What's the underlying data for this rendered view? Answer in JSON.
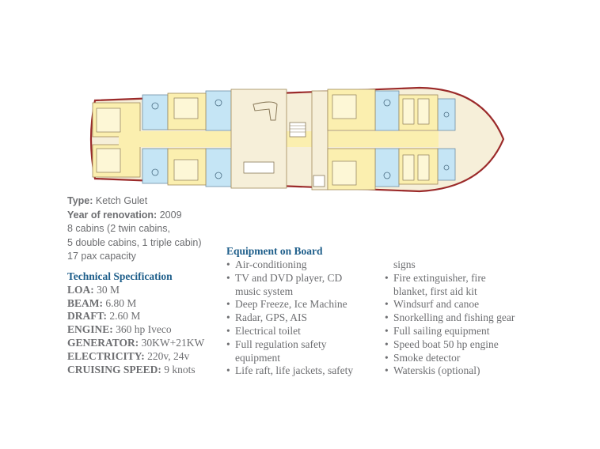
{
  "info": {
    "type_label": "Type:",
    "type_value": "Ketch Gulet",
    "renovation_label": "Year of renovation:",
    "renovation_value": "2009",
    "cabins_line1": "8 cabins (2 twin cabins,",
    "cabins_line2": "5 double cabins, 1 triple cabin)",
    "capacity": "17 pax capacity"
  },
  "tech": {
    "heading": "Technical Specification",
    "rows": [
      {
        "label": "LOA:",
        "value": "30 M"
      },
      {
        "label": "BEAM:",
        "value": "6.80 M"
      },
      {
        "label": "DRAFT:",
        "value": "2.60 M"
      },
      {
        "label": "ENGINE:",
        "value": "360 hp Iveco"
      },
      {
        "label": "GENERATOR:",
        "value": "30KW+21KW"
      },
      {
        "label": "ELECTRICITY:",
        "value": "220v, 24v"
      },
      {
        "label": "CRUISING SPEED:",
        "value": "9 knots"
      }
    ]
  },
  "equipment": {
    "heading": "Equipment on Board",
    "col1": [
      {
        "text": "Air-conditioning",
        "bullet": true
      },
      {
        "text": "TV and DVD player, CD",
        "bullet": true
      },
      {
        "text": "music system",
        "bullet": false
      },
      {
        "text": "Deep Freeze, Ice Machine",
        "bullet": true
      },
      {
        "text": "Radar, GPS, AIS",
        "bullet": true
      },
      {
        "text": "Electrical toilet",
        "bullet": true
      },
      {
        "text": "Full regulation safety",
        "bullet": true
      },
      {
        "text": "equipment",
        "bullet": false
      },
      {
        "text": "Life raft, life jackets, safety",
        "bullet": true
      }
    ],
    "col2": [
      {
        "text": "signs",
        "bullet": false
      },
      {
        "text": "Fire extinguisher, fire",
        "bullet": true
      },
      {
        "text": "blanket, first aid kit",
        "bullet": false
      },
      {
        "text": "Windsurf and canoe",
        "bullet": true
      },
      {
        "text": "Snorkelling and fishing gear",
        "bullet": true
      },
      {
        "text": "Full sailing equipment",
        "bullet": true
      },
      {
        "text": "Speed boat 50 hp engine",
        "bullet": true
      },
      {
        "text": "Smoke detector",
        "bullet": true
      },
      {
        "text": "Waterskis (optional)",
        "bullet": true
      }
    ]
  },
  "colors": {
    "hull_outline": "#9b2a2a",
    "deck_fill": "#f6efd9",
    "cabin_yellow": "#fbefaf",
    "bath_blue": "#c5e5f5",
    "heading_blue": "#1f5f8b",
    "text_gray": "#6d6e71"
  }
}
